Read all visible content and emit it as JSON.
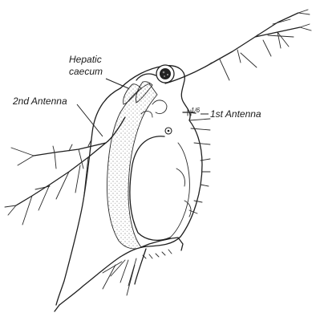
{
  "figure": {
    "labels": {
      "hepatic_caecum_line1": "Hepatic",
      "hepatic_caecum_line2": "caecum",
      "second_antenna": "2nd Antenna",
      "first_antenna": "1st Antenna",
      "first_antenna_marker": "1/6"
    }
  }
}
